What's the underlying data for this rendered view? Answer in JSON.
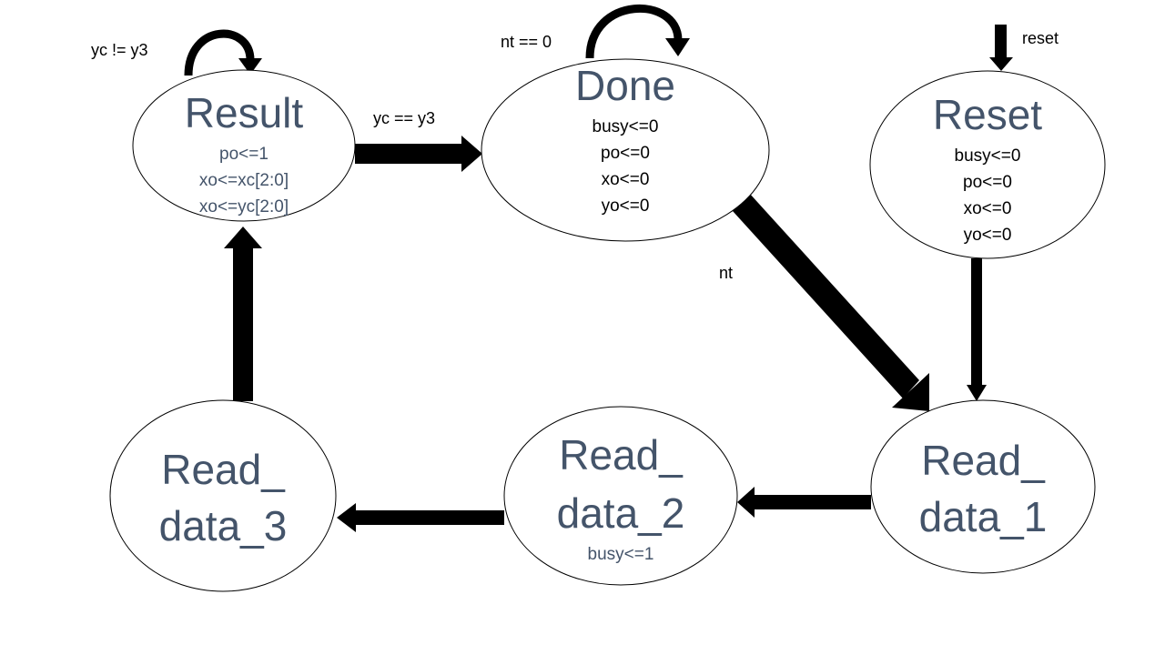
{
  "states": {
    "result": {
      "title": "Result",
      "actions": [
        "po<=1",
        "xo<=xc[2:0]",
        "xo<=yc[2:0]"
      ]
    },
    "done": {
      "title": "Done",
      "actions": [
        "busy<=0",
        "po<=0",
        "xo<=0",
        "yo<=0"
      ]
    },
    "reset": {
      "title": "Reset",
      "actions": [
        "busy<=0",
        "po<=0",
        "xo<=0",
        "yo<=0"
      ]
    },
    "read_data_1": {
      "title_lines": [
        "Read_",
        "data_1"
      ]
    },
    "read_data_2": {
      "title_lines": [
        "Read_",
        "data_2"
      ],
      "actions": [
        "busy<=1"
      ]
    },
    "read_data_3": {
      "title_lines": [
        "Read_",
        "data_3"
      ]
    }
  },
  "transitions": {
    "result_self": "yc != y3",
    "result_to_done": "yc == y3",
    "done_self": "nt == 0",
    "done_to_read1": "nt",
    "reset_entry": "reset"
  },
  "colors": {
    "state_text": "#44546a",
    "arrow": "#000000",
    "outline": "#000000"
  }
}
